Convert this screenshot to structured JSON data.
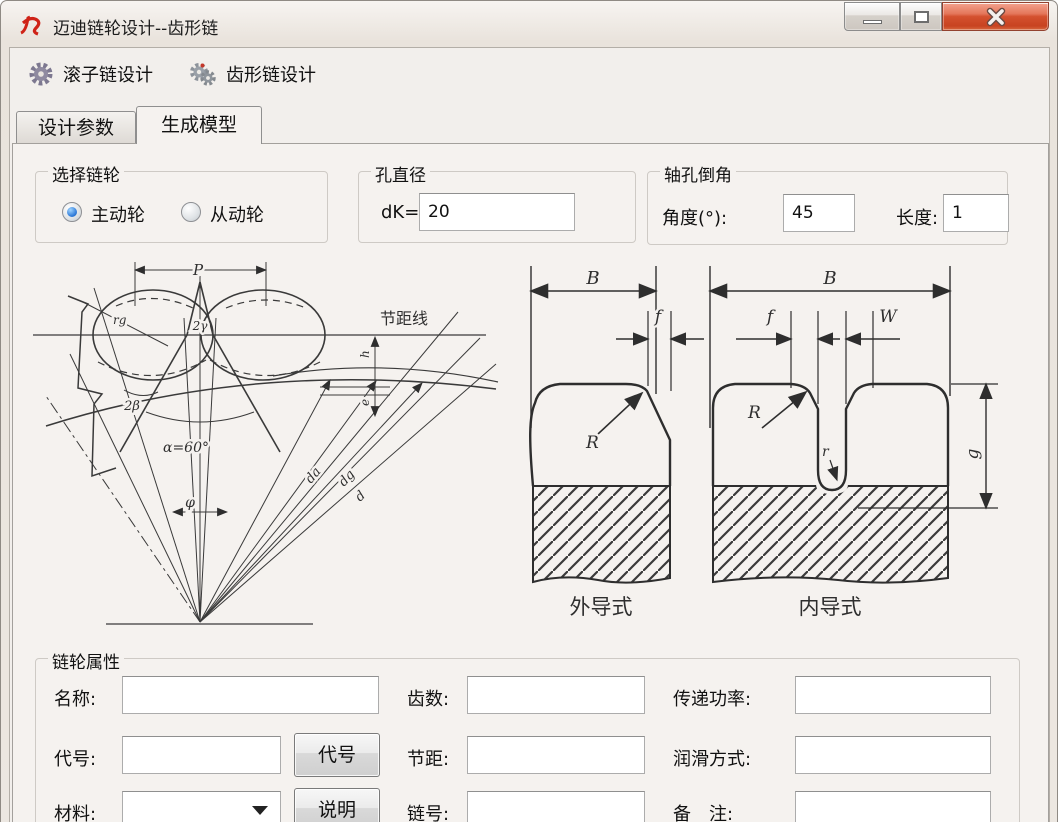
{
  "window": {
    "title": "迈迪链轮设计--齿形链"
  },
  "toolbar": {
    "roller_btn": "滚子链设计",
    "toothed_btn": "齿形链设计"
  },
  "tabs": {
    "params": "设计参数",
    "model": "生成模型"
  },
  "select_sprocket": {
    "legend": "选择链轮",
    "radio_driving": "主动轮",
    "radio_driven": "从动轮"
  },
  "hole_diameter": {
    "legend": "孔直径",
    "label": "dK=",
    "value": "20"
  },
  "chamfer": {
    "legend": "轴孔倒角",
    "angle_label": "角度(°):",
    "angle_value": "45",
    "length_label": "长度:",
    "length_value": "1"
  },
  "diagram_left": {
    "labels": {
      "p": "P",
      "pitch_line": "节距线",
      "two_gamma": "2γ",
      "rg": "rg",
      "two_beta": "2β",
      "alpha": "α=60°",
      "phi": "φ",
      "h": "h",
      "e": "e",
      "da": "da",
      "dg": "dg",
      "d": "d"
    }
  },
  "diagram_right": {
    "labels": {
      "b1": "B",
      "f1": "f",
      "r1": "R",
      "b2": "B",
      "f2": "f",
      "w": "W",
      "r2": "R",
      "r_small": "r",
      "g": "g"
    },
    "caption_outer": "外导式",
    "caption_inner": "内导式"
  },
  "properties": {
    "legend": "链轮属性",
    "name_label": "名称:",
    "teeth_label": "齿数:",
    "power_label": "传递功率:",
    "code_label": "代号:",
    "code_button": "代号",
    "pitch_label": "节距:",
    "lube_label": "润滑方式:",
    "material_label": "材料:",
    "desc_button": "说明",
    "chain_label": "链号:",
    "remark_label": "备　注:"
  }
}
